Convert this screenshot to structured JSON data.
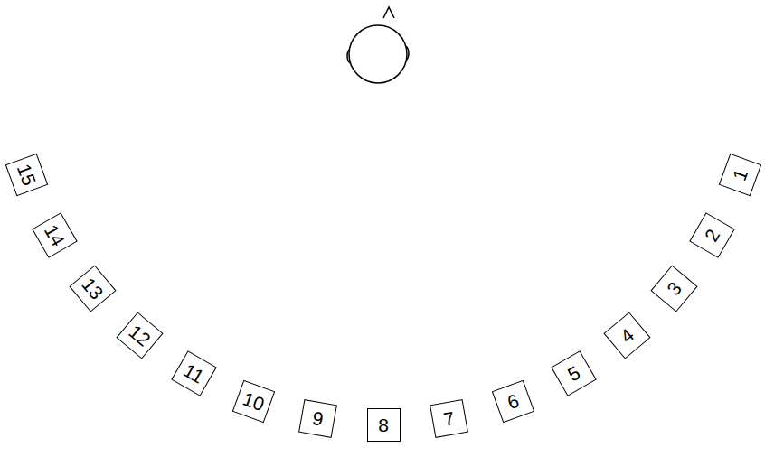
{
  "diagram": {
    "nodes": [
      {
        "text": [
          "1"
        ]
      },
      {
        "text": [
          "2"
        ]
      },
      {
        "text": [
          "3"
        ]
      },
      {
        "text": [
          "4"
        ]
      },
      {
        "text": [
          "5"
        ]
      },
      {
        "text": [
          "6"
        ]
      },
      {
        "text": [
          "7"
        ]
      },
      {
        "text": [
          "8"
        ]
      },
      {
        "text": [
          "9"
        ]
      },
      {
        "text": [
          "10"
        ]
      },
      {
        "text": [
          "11"
        ]
      },
      {
        "text": [
          "12"
        ]
      },
      {
        "text": [
          "13"
        ]
      },
      {
        "text": [
          "14"
        ]
      },
      {
        "text": [
          "15"
        ]
      }
    ]
  }
}
